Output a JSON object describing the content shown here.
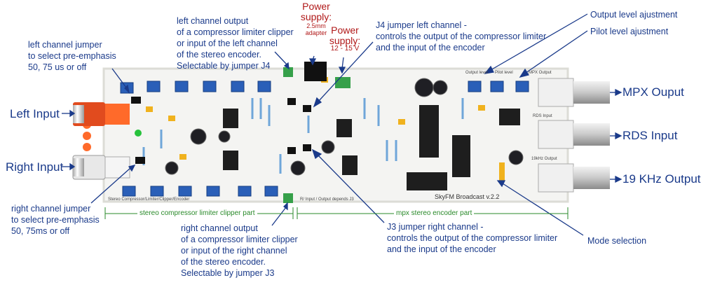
{
  "labels": {
    "left_jumper": "left channel jumper\nto select pre-emphasis\n50, 75 us or off",
    "left_input": "Left Input",
    "right_input": "Right Input",
    "right_jumper": "right channel jumper\nto select pre-emphasis\n50, 75ms or off",
    "left_output": "left channel output\nof a compressor limiter clipper\nor input of the left channel\nof the stereo encoder.\nSelectable by jumper J4",
    "right_output": "right channel output\nof a compressor limiter clipper\nor input of the right channel\nof the stereo encoder.\nSelectable by jumper J3",
    "power1_title": "Power\nsupply:",
    "power1_sub": "2.5mm\nadapter",
    "power2_title": "Power\nsupply:",
    "power2_sub": "12 - 15 V",
    "j4": "J4 jumper left channel -\ncontrols the output of the compressor limiter\nand the input of the encoder",
    "j3": "J3 jumper right channel -\ncontrols the output of the compressor limiter\nand the input of the encoder",
    "output_level": "Output level ajustment",
    "pilot_level": "Pilot level ajustment",
    "mpx_output": "MPX Ouput",
    "rds_input": "RDS Input",
    "khz_output": "19 KHz Output",
    "mode_selection": "Mode selection",
    "stereo_part": "stereo compressor limiter clipper part",
    "mpx_part": "mpx stereo encoder part"
  },
  "board_text": {
    "brand": "SkyFM Broadcast v.2.2",
    "silk_left": "Stereo Compressor/Limiter/Clipper/Encoder",
    "silk_io": "R/ Input / Output depends J3",
    "silk_mpx": "MPX Output",
    "silk_rds": "RDS Input",
    "silk_19k": "19kHz Output",
    "silk_out_level": "Output level",
    "silk_pilot": "Pilot level"
  },
  "colors": {
    "annotation": "#1a3a8a",
    "power": "#b01818",
    "section": "#2a8a2a",
    "pcb": "#f4f4f2"
  }
}
